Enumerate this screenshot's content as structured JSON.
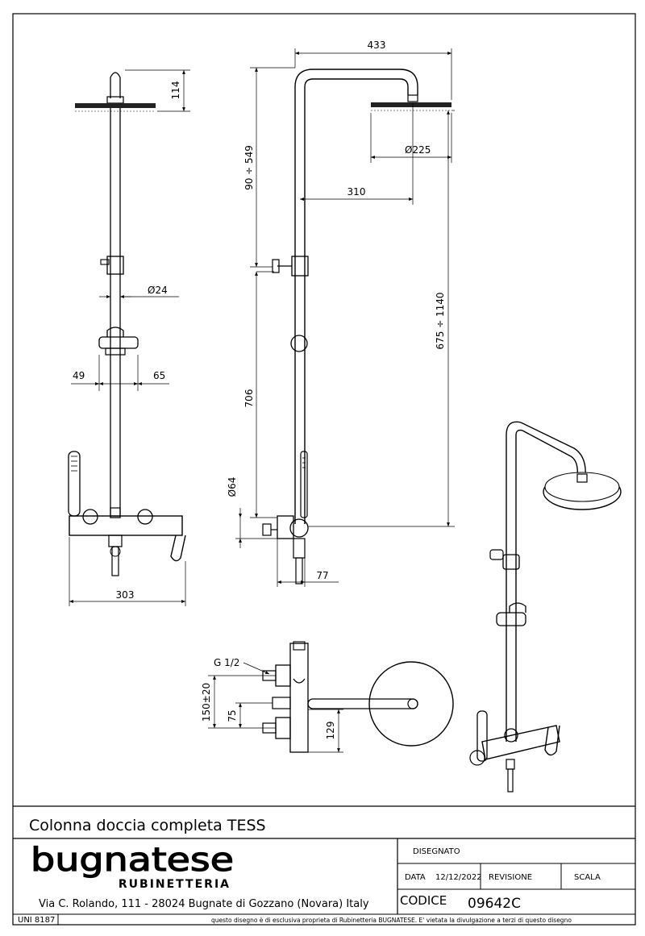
{
  "dimensions": {
    "head_height": "114",
    "arm_length": "433",
    "head_diameter": "Ø225",
    "arm_offset": "310",
    "height_range_top": "90 ÷ 549",
    "height_range_main": "675 ÷ 1140",
    "pipe_diameter": "Ø24",
    "slider_left": "49",
    "slider_right": "65",
    "column_height": "706",
    "flange_diameter": "Ø64",
    "outlet_depth": "77",
    "mixer_width": "303",
    "inlet_thread": "G 1/2",
    "inlet_spacing": "150±20",
    "inlet_offset": "75",
    "bracket_depth": "129"
  },
  "title_block": {
    "product_title": "Colonna doccia completa TESS",
    "brand_name": "bugnatese",
    "brand_sub": "RUBINETTERIA",
    "address": "Via C. Rolando, 111 - 28024 Bugnate di Gozzano (Novara) Italy",
    "drawn_label": "DISEGNATO",
    "date_label": "DATA",
    "date_value": "12/12/2022",
    "revision_label": "REVISIONE",
    "scale_label": "SCALA",
    "code_label": "CODICE",
    "code_value": "09642C",
    "standard": "UNI 8187",
    "disclaimer": "questo disegno è di esclusiva proprieta di Rubinetteria BUGNATESE. E' vietata la divulgazione a terzi di questo disegno"
  }
}
